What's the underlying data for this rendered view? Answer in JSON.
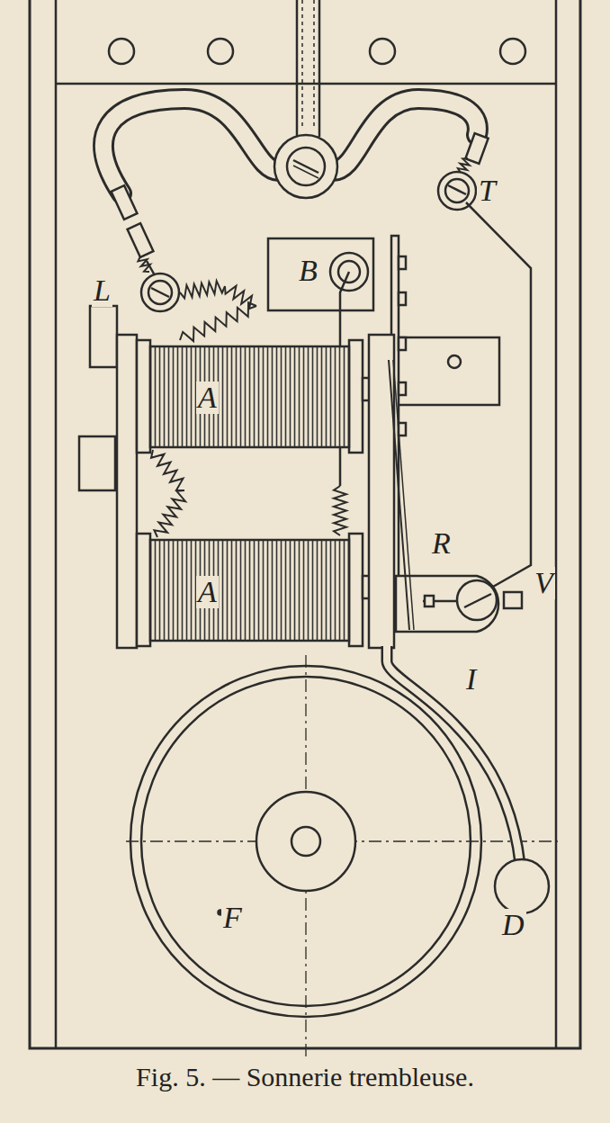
{
  "diagram": {
    "caption": "Fig. 5. — Sonnerie trembleuse.",
    "labels": [
      "L",
      "B",
      "T",
      "A",
      "A",
      "R",
      "V",
      "I",
      "D",
      "F"
    ]
  }
}
